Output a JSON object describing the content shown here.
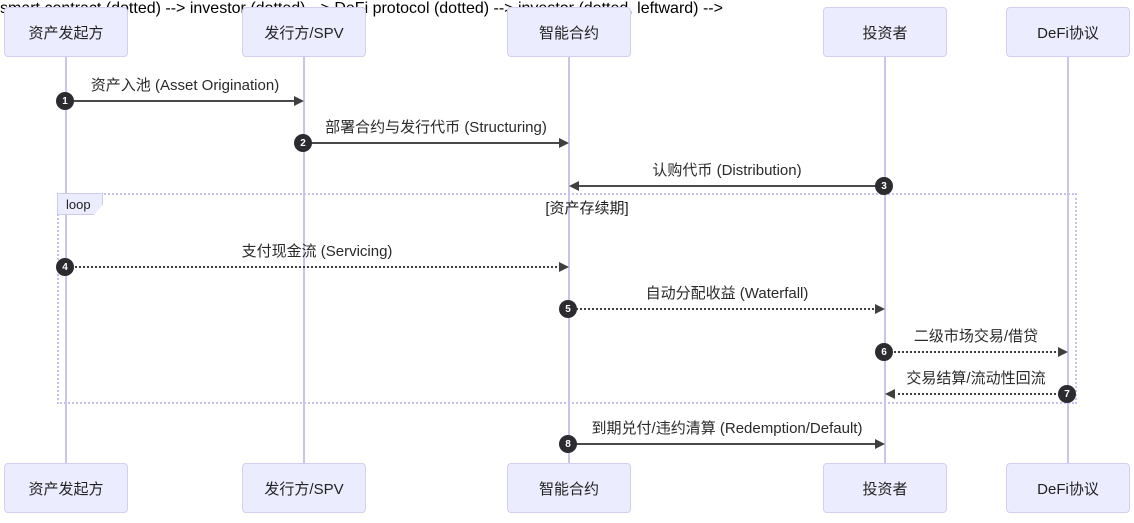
{
  "diagram": {
    "type": "sequence-diagram",
    "background": "#ffffff",
    "colors": {
      "actor_fill": "#ECECFF",
      "actor_border": "#d4cff0",
      "lifeline": "#c9c4ea",
      "arrow": "#3f3f3f",
      "badge_fill": "#2b2b30",
      "badge_text": "#ffffff",
      "loop_border": "#c6c2ee"
    },
    "participants": [
      {
        "label": "资产发起方"
      },
      {
        "label": "发行方/SPV"
      },
      {
        "label": "智能合约"
      },
      {
        "label": "投资者"
      },
      {
        "label": "DeFi协议"
      }
    ],
    "loop": {
      "keyword": "loop",
      "condition": "[资产存续期]"
    },
    "messages": [
      {
        "num": "1",
        "label": "资产入池 (Asset Origination)",
        "from": "资产发起方",
        "to": "发行方/SPV",
        "line": "solid"
      },
      {
        "num": "2",
        "label": "部署合约与发行代币 (Structuring)",
        "from": "发行方/SPV",
        "to": "智能合约",
        "line": "solid"
      },
      {
        "num": "3",
        "label": "认购代币 (Distribution)",
        "from": "投资者",
        "to": "智能合约",
        "line": "solid"
      },
      {
        "num": "4",
        "label": "支付现金流 (Servicing)",
        "from": "资产发起方",
        "to": "智能合约",
        "line": "dotted",
        "in_loop": true
      },
      {
        "num": "5",
        "label": "自动分配收益 (Waterfall)",
        "from": "智能合约",
        "to": "投资者",
        "line": "dotted",
        "in_loop": true
      },
      {
        "num": "6",
        "label": "二级市场交易/借贷",
        "from": "投资者",
        "to": "DeFi协议",
        "line": "dotted",
        "in_loop": true
      },
      {
        "num": "7",
        "label": "交易结算/流动性回流",
        "from": "DeFi协议",
        "to": "投资者",
        "line": "dotted",
        "in_loop": true
      },
      {
        "num": "8",
        "label": "到期兑付/违约清算 (Redemption/Default)",
        "from": "智能合约",
        "to": "投资者",
        "line": "solid"
      }
    ]
  }
}
